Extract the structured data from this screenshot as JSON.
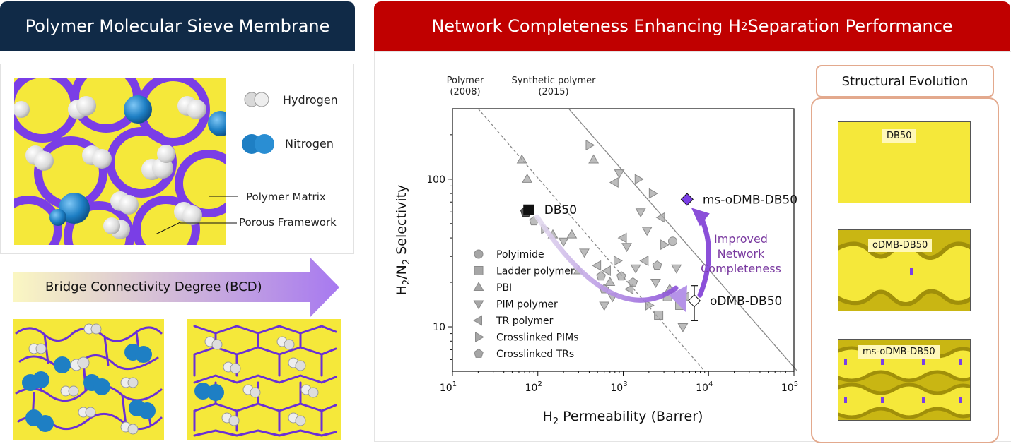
{
  "left_panel": {
    "title": "Polymer Molecular Sieve Membrane",
    "legend": {
      "hydrogen": "Hydrogen",
      "nitrogen": "Nitrogen"
    },
    "labels": {
      "polymer_matrix": "Polymer Matrix",
      "porous_framework": "Porous Framework"
    },
    "bcd_arrow_label": "Bridge Connectivity Degree (BCD)"
  },
  "center_panel": {
    "title_main": "Network Completeness Enhancing H",
    "title_sub": "2",
    "title_end": " Separation Performance",
    "bound_labels": [
      {
        "line1": "Polymer",
        "line2": "(2008)"
      },
      {
        "line1": "Synthetic polymer",
        "line2": "(2015)"
      }
    ],
    "annotation": {
      "line1": "Improved",
      "line2": "Network",
      "line3": "Completeness"
    }
  },
  "chart_data": {
    "type": "scatter",
    "x_scale": "log",
    "y_scale": "log",
    "xlim": [
      10,
      100000
    ],
    "ylim": [
      5,
      300
    ],
    "x_ticks": [
      {
        "value": 10,
        "base": "10",
        "exp": "1"
      },
      {
        "value": 100,
        "base": "10",
        "exp": "2"
      },
      {
        "value": 1000,
        "base": "10",
        "exp": "3"
      },
      {
        "value": 10000,
        "base": "10",
        "exp": "4"
      },
      {
        "value": 100000,
        "base": "10",
        "exp": "5"
      }
    ],
    "y_ticks": [
      {
        "value": 10,
        "label": "10"
      },
      {
        "value": 100,
        "label": "100"
      }
    ],
    "xlabel": {
      "a": "H",
      "b": "2",
      "c": " Permeability (Barrer)"
    },
    "ylabel": {
      "a": "H",
      "b": "2",
      "c": "/N",
      "d": "2",
      "e": " Selectivity"
    },
    "legend": [
      {
        "name": "Polyimide",
        "marker": "circle"
      },
      {
        "name": "Ladder polymer",
        "marker": "square"
      },
      {
        "name": "PBI",
        "marker": "triangle-up"
      },
      {
        "name": "PIM polymer",
        "marker": "triangle-down"
      },
      {
        "name": "TR polymer",
        "marker": "triangle-left"
      },
      {
        "name": "Crosslinked PIMs",
        "marker": "triangle-right"
      },
      {
        "name": "Crosslinked TRs",
        "marker": "pentagon"
      }
    ],
    "upper_bounds": [
      {
        "name": "Polymer (2008)",
        "points": [
          [
            20,
            300
          ],
          [
            9000,
            5
          ]
        ]
      },
      {
        "name": "Synthetic polymer (2015)",
        "points": [
          [
            230,
            300
          ],
          [
            110000,
            5
          ]
        ]
      }
    ],
    "literature": [
      [
        65,
        135,
        "triangle-up"
      ],
      [
        75,
        100,
        "triangle-up"
      ],
      [
        78,
        62,
        "square"
      ],
      [
        90,
        52,
        "pentagon"
      ],
      [
        120,
        46,
        "triangle-right"
      ],
      [
        150,
        42,
        "triangle-up"
      ],
      [
        200,
        38,
        "triangle-down"
      ],
      [
        250,
        42,
        "triangle-up"
      ],
      [
        300,
        24,
        "triangle-up"
      ],
      [
        350,
        32,
        "triangle-down"
      ],
      [
        400,
        170,
        "triangle-right"
      ],
      [
        450,
        135,
        "triangle-up"
      ],
      [
        500,
        26,
        "triangle-left"
      ],
      [
        550,
        22,
        "pentagon"
      ],
      [
        600,
        18,
        "pentagon"
      ],
      [
        650,
        24,
        "triangle-left"
      ],
      [
        700,
        20,
        "triangle-up"
      ],
      [
        750,
        16,
        "triangle-down"
      ],
      [
        800,
        95,
        "triangle-left"
      ],
      [
        850,
        28,
        "triangle-right"
      ],
      [
        900,
        110,
        "triangle-down"
      ],
      [
        950,
        22,
        "pentagon"
      ],
      [
        1000,
        40,
        "triangle-left"
      ],
      [
        1100,
        35,
        "triangle-down"
      ],
      [
        1200,
        18,
        "triangle-left"
      ],
      [
        1300,
        20,
        "pentagon"
      ],
      [
        1400,
        25,
        "triangle-down"
      ],
      [
        1500,
        100,
        "triangle-right"
      ],
      [
        1600,
        60,
        "triangle-down"
      ],
      [
        1800,
        28,
        "triangle-left"
      ],
      [
        2000,
        14,
        "triangle-right"
      ],
      [
        2200,
        80,
        "triangle-right"
      ],
      [
        2400,
        20,
        "triangle-down"
      ],
      [
        2500,
        26,
        "pentagon"
      ],
      [
        2600,
        12,
        "square"
      ],
      [
        2800,
        55,
        "triangle-left"
      ],
      [
        3000,
        36,
        "triangle-right"
      ],
      [
        3300,
        16,
        "square"
      ],
      [
        3500,
        18,
        "triangle-up"
      ],
      [
        3800,
        38,
        "circle"
      ],
      [
        4200,
        25,
        "triangle-down"
      ],
      [
        4600,
        14,
        "square"
      ],
      [
        5000,
        10,
        "triangle-down"
      ],
      [
        5400,
        16,
        "triangle-left"
      ],
      [
        600,
        14,
        "triangle-down"
      ],
      [
        1900,
        45,
        "triangle-down"
      ]
    ],
    "this_work": [
      {
        "name": "DB50",
        "x": 78,
        "y": 62,
        "marker": "filled-square"
      },
      {
        "name": "oDMB-DB50",
        "x": 6800,
        "y": 15,
        "marker": "open-diamond",
        "yerr": [
          11,
          19
        ]
      },
      {
        "name": "ms-oDMB-DB50",
        "x": 5600,
        "y": 73,
        "marker": "filled-diamond"
      }
    ],
    "colors": {
      "literature": "#a6a6a6",
      "arrow_start": "#e3dbee",
      "arrow_end": "#8b4fd9",
      "annotation": "#7a3aa0"
    }
  },
  "right_panel": {
    "title": "Structural Evolution",
    "panels": [
      {
        "label": "DB50"
      },
      {
        "label": "oDMB-DB50"
      },
      {
        "label": "ms-oDMB-DB50"
      }
    ]
  },
  "colors": {
    "left_banner": "#102a47",
    "right_banner": "#c00000",
    "polymer_yellow": "#f5e83a",
    "ring_purple": "#7a3ee6",
    "nitrogen_blue": "#1e7fc4"
  }
}
